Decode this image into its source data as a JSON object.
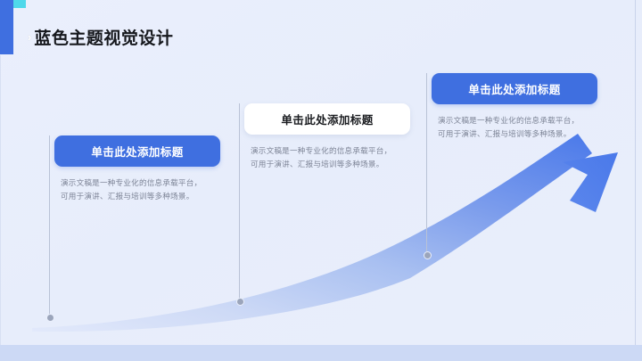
{
  "slide": {
    "title": "蓝色主题视觉设计",
    "chevron_glyph": "›",
    "background_color": "#e9eefb",
    "bottom_band_color": "#ccd9f5",
    "accent_bar_color": "#3f6fe0",
    "accent_square_color": "#4fd8ea"
  },
  "arrow": {
    "name": "growth-arrow",
    "gradient_from": "#dbe4fa",
    "gradient_to": "#4a79ea",
    "direction": "bottom-left-to-top-right"
  },
  "cards": [
    {
      "badge_label": "单击此处添加标题",
      "badge_style": "blue",
      "body_line_1": "演示文稿是一种专业化的信息承载平台，",
      "body_line_2": "可用于演讲、汇报与培训等多种场景。",
      "connector_dot_label": "milestone-1"
    },
    {
      "badge_label": "单击此处添加标题",
      "badge_style": "white",
      "body_line_1": "演示文稿是一种专业化的信息承载平台，",
      "body_line_2": "可用于演讲、汇报与培训等多种场景。",
      "connector_dot_label": "milestone-2"
    },
    {
      "badge_label": "单击此处添加标题",
      "badge_style": "blue",
      "body_line_1": "演示文稿是一种专业化的信息承载平台，",
      "body_line_2": "可用于演讲、汇报与培训等多种场景。",
      "connector_dot_label": "milestone-3"
    }
  ]
}
